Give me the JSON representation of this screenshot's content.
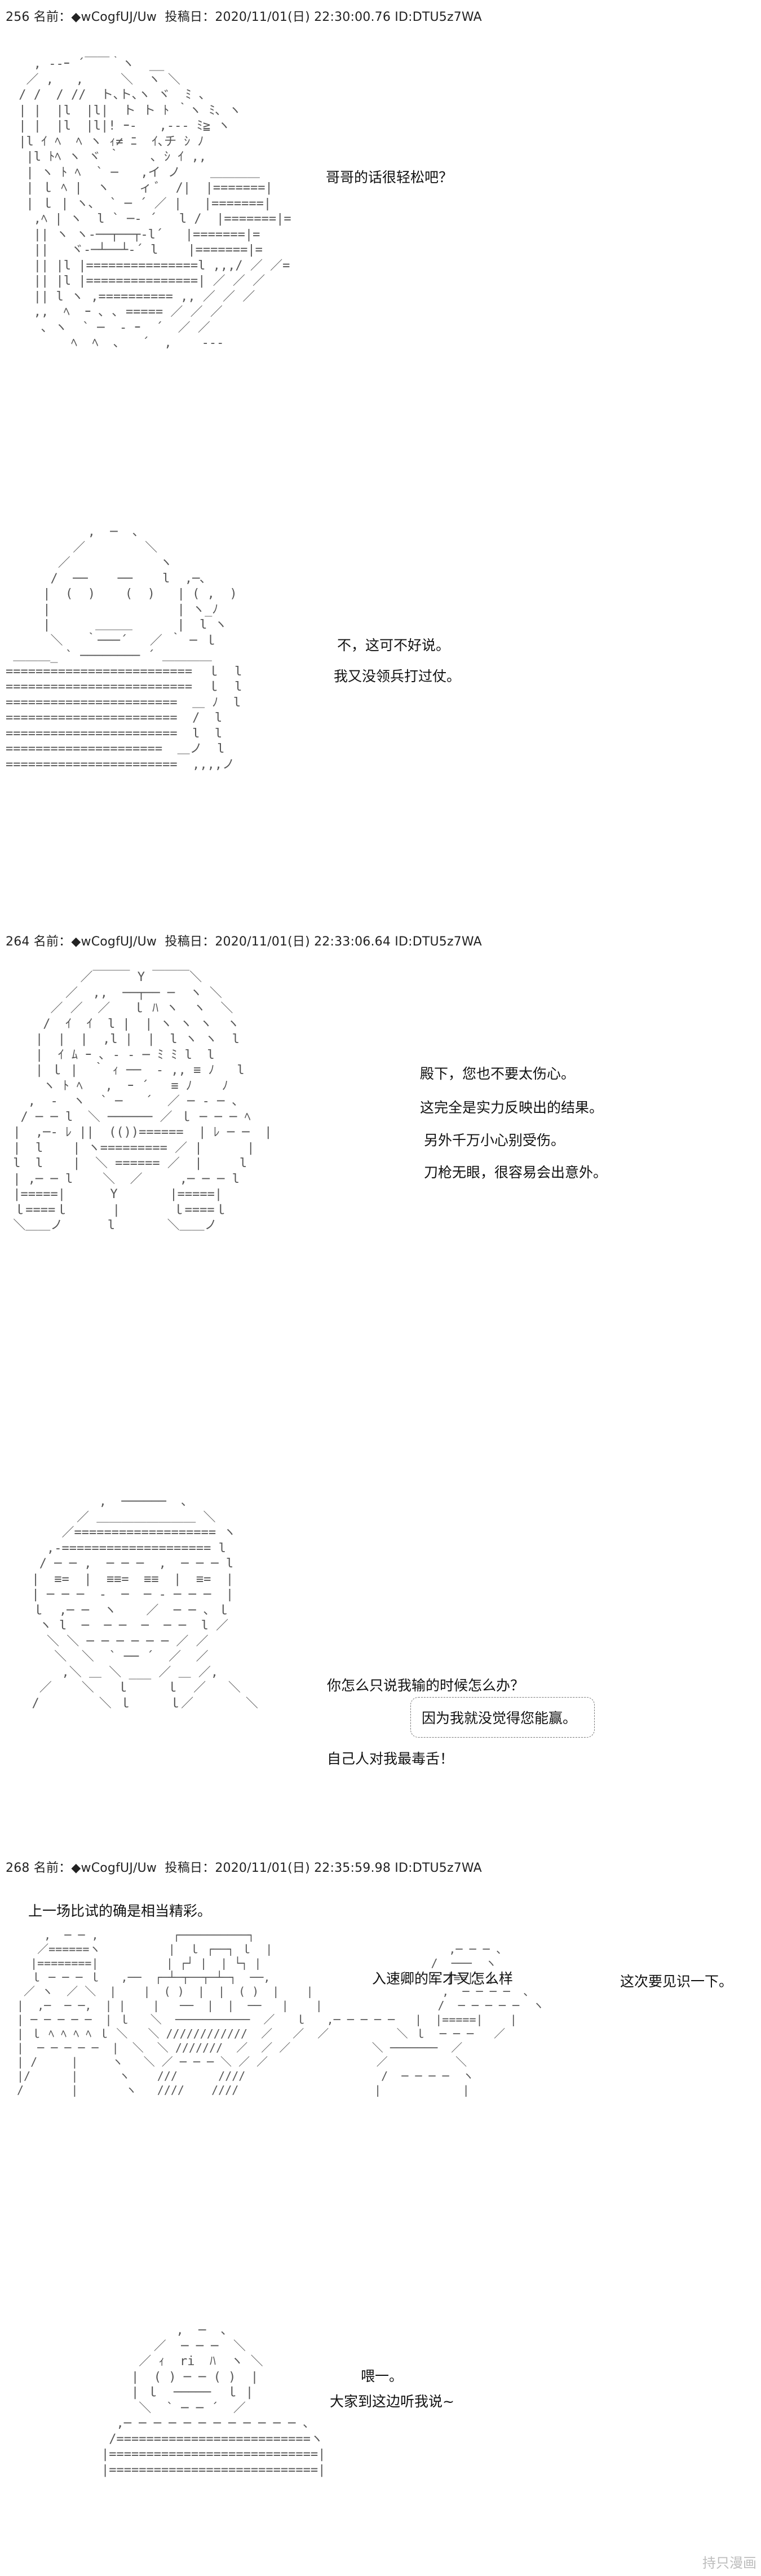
{
  "posts": [
    {
      "header": "256 名前：◆wCogfUJ/Uw ￼ 投稿日：2020/11/01(日) 22:30:00.76 ID:DTU5z7WA",
      "scenes": [
        {
          "lines": [
            "哥哥的话很轻松吧？"
          ]
        },
        {
          "lines": [
            "不，这可不好说。",
            "我又没领兵打过仗。"
          ]
        }
      ]
    },
    {
      "header": "264 名前：◆wCogfUJ/Uw ￼ 投稿日：2020/11/01(日) 22:33:06.64 ID:DTU5z7WA",
      "scenes": [
        {
          "lines": [
            "殿下，您也不要太伤心。",
            "这完全是实力反映出的结果。",
            "另外千万小心别受伤。",
            "刀枪无眼，很容易会出意外。"
          ]
        },
        {
          "lines": [
            "你怎么只说我输的时候怎么办？",
            "因为我就没觉得您能赢。",
            "自己人对我最毒舌！"
          ]
        }
      ]
    },
    {
      "header": "268 名前：◆wCogfUJ/Uw ￼ 投稿日：2020/11/01(日) 22:35:59.98 ID:DTU5z7WA",
      "scenes": [
        {
          "lines": [
            "上一场比试的确是相当精彩。",
            "入速卿的军才又怎么样",
            "这次要见识一下。"
          ]
        },
        {
          "lines": [
            "喂一。",
            "大家到这边听我说~"
          ]
        }
      ]
    }
  ],
  "watermark": "持只漫画"
}
